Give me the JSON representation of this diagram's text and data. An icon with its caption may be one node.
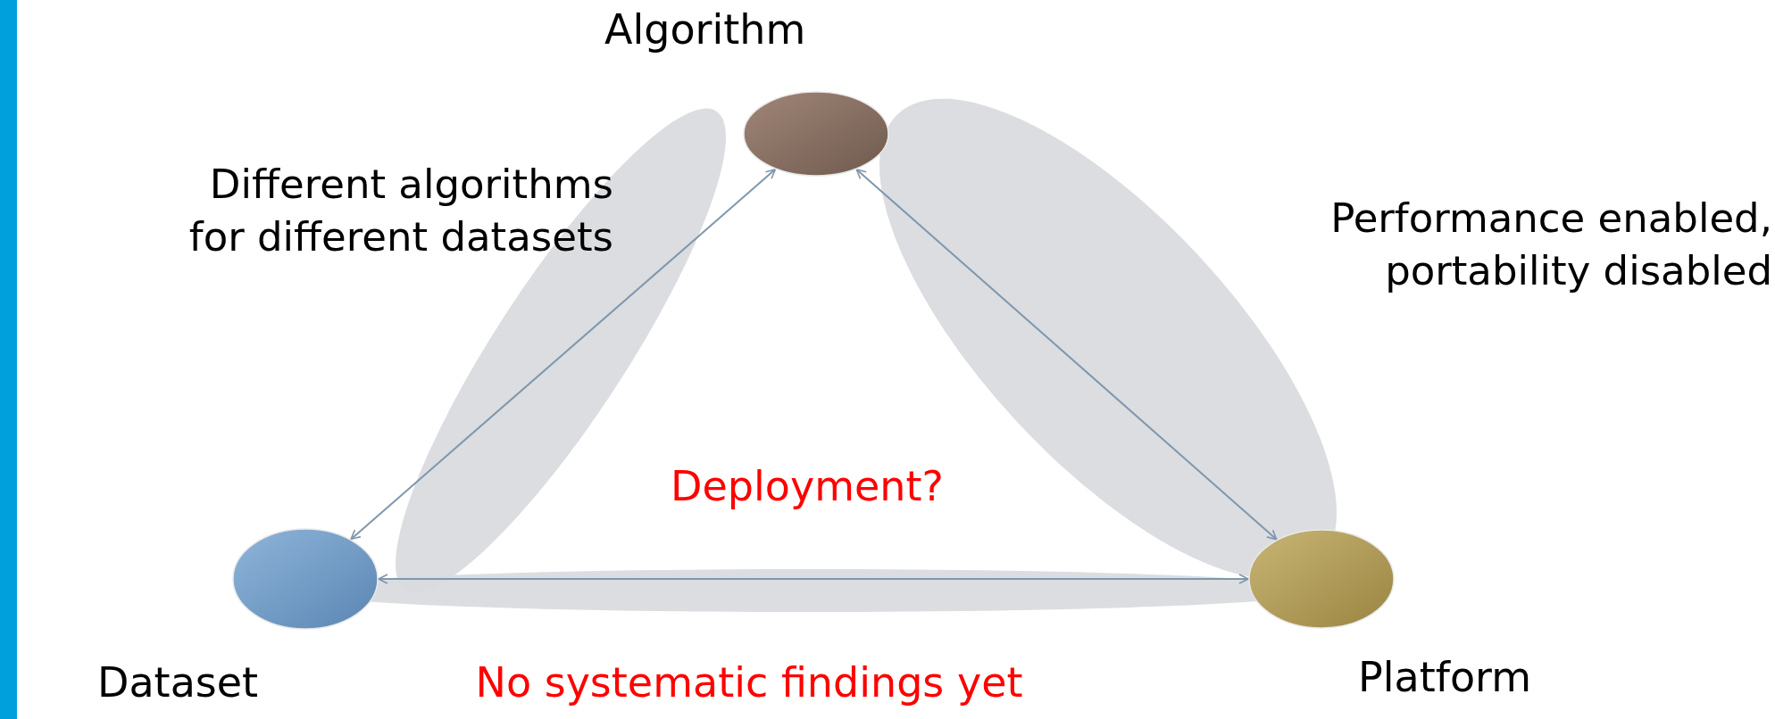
{
  "diagram": {
    "nodes": [
      {
        "text": [
          "Algorithm"
        ]
      },
      {
        "text": [
          "Dataset"
        ]
      },
      {
        "text": [
          "Platform"
        ]
      }
    ],
    "edges": [
      {
        "from": 1,
        "to": 0,
        "arrow": "both"
      },
      {
        "from": 0,
        "to": 2,
        "arrow": "both"
      },
      {
        "from": 1,
        "to": 2,
        "arrow": "both"
      }
    ],
    "labels": [
      "Different algorithms for different datasets",
      "Performance enabled, portability disabled",
      "Deployment?",
      "No systematic findings yet"
    ]
  }
}
